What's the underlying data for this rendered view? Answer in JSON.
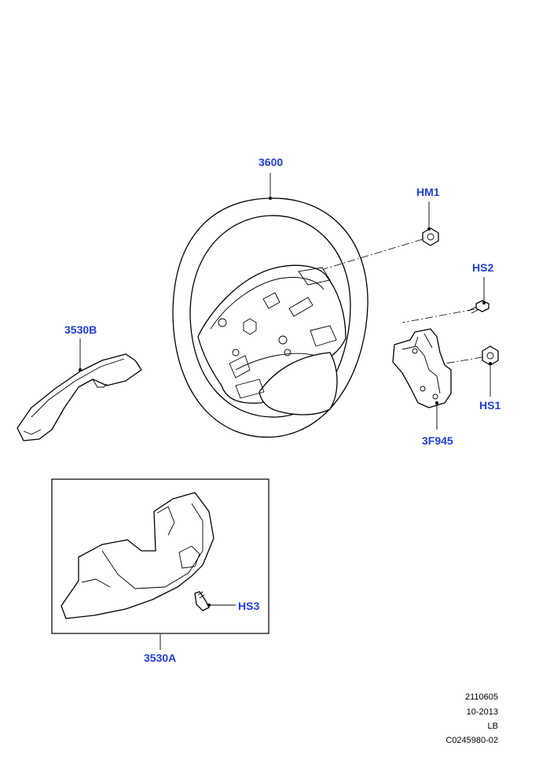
{
  "diagram": {
    "colors": {
      "callout": "#1f3fd6",
      "line": "#000000",
      "background": "#ffffff"
    },
    "callouts": {
      "c3600": "3600",
      "hm1": "HM1",
      "hs2": "HS2",
      "c3530b": "3530B",
      "hs1": "HS1",
      "c3f945": "3F945",
      "hs3": "HS3",
      "c3530a": "3530A"
    },
    "parts": [
      {
        "label": "3600",
        "depicts": "steering wheel"
      },
      {
        "label": "HM1",
        "depicts": "nut"
      },
      {
        "label": "HS2",
        "depicts": "screw"
      },
      {
        "label": "HS1",
        "depicts": "screw"
      },
      {
        "label": "3F945",
        "depicts": "bracket"
      },
      {
        "label": "3530B",
        "depicts": "upper steering column shroud"
      },
      {
        "label": "3530A",
        "depicts": "lower steering column shroud"
      },
      {
        "label": "HS3",
        "depicts": "screw"
      }
    ],
    "footer": {
      "code": "2110605",
      "date": "10-2013",
      "region": "LB",
      "ref": "C0245980-02"
    }
  }
}
